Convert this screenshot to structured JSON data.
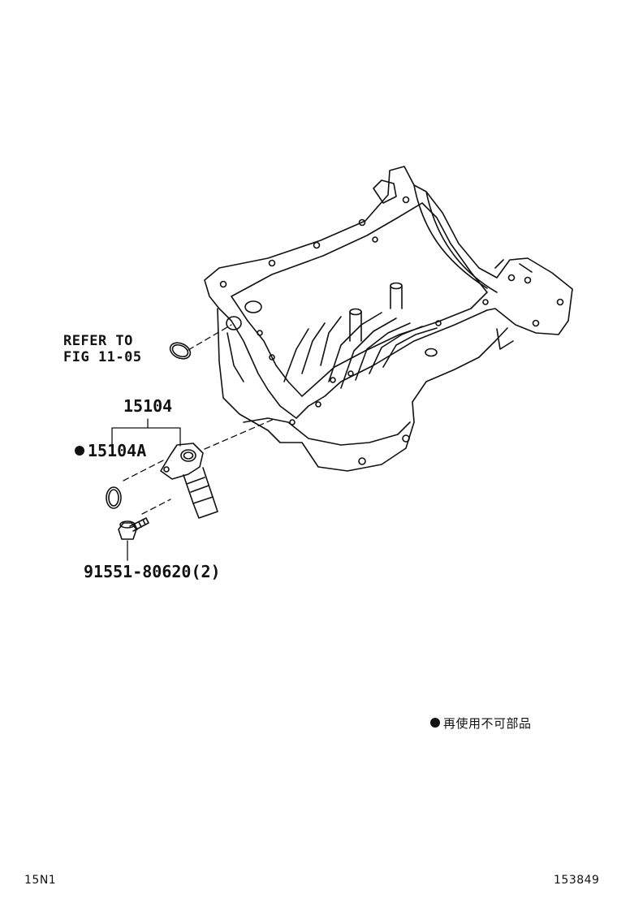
{
  "diagram": {
    "refer_line1": "REFER TO",
    "refer_line2": "FIG 11-05",
    "part_sensor": "15104",
    "part_oring": "15104A",
    "part_bolt": "91551-80620(2)",
    "legend_text": "再使用不可部品",
    "footer_left": "15N1",
    "footer_right": "153849"
  }
}
